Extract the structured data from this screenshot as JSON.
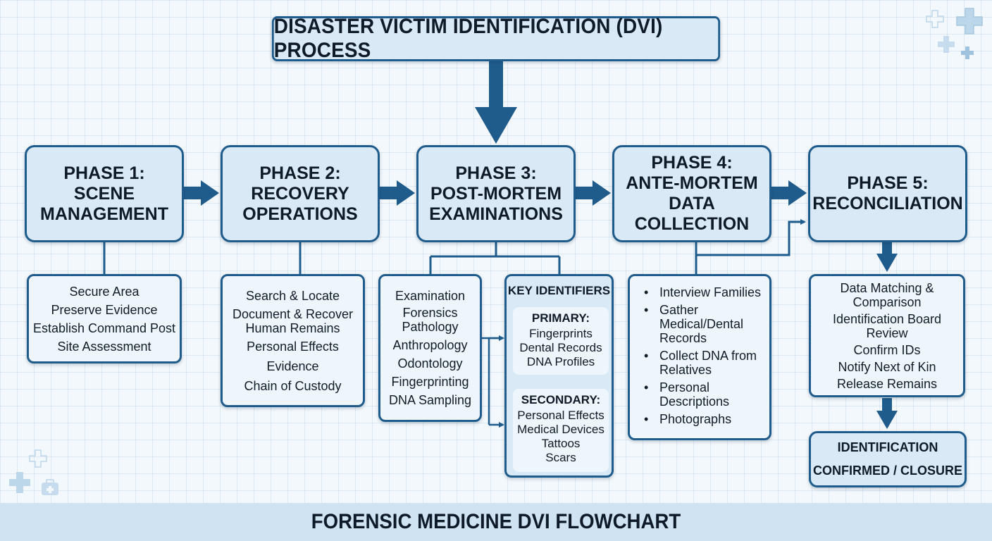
{
  "title": "DISASTER VICTIM IDENTIFICATION (DVI) PROCESS",
  "phases": [
    {
      "lines": [
        "PHASE 1:",
        "SCENE",
        "MANAGEMENT"
      ]
    },
    {
      "lines": [
        "PHASE 2:",
        "RECOVERY",
        "OPERATIONS"
      ]
    },
    {
      "lines": [
        "PHASE 3:",
        "POST-MORTEM",
        "EXAMINATIONS"
      ]
    },
    {
      "lines": [
        "PHASE 4:",
        "ANTE-MORTEM",
        "DATA COLLECTION"
      ]
    },
    {
      "lines": [
        "PHASE 5:",
        "RECONCILIATION"
      ]
    }
  ],
  "phase1_tasks": [
    "Secure Area",
    "Preserve Evidence",
    "Establish Command Post",
    "Site Assessment"
  ],
  "phase2_tasks": [
    "Search & Locate",
    "Document & Recover",
    "Human Remains",
    "Personal Effects",
    "Evidence",
    "Chain of Custody"
  ],
  "phase3_tasks": [
    "Examination",
    "Forensics",
    "Pathology",
    "Anthropology",
    "Odontology",
    "Fingerprinting",
    "DNA Sampling"
  ],
  "key_identifiers": {
    "heading": "KEY IDENTIFIERS",
    "primary_label": "PRIMARY:",
    "primary": [
      "Fingerprints",
      "Dental Records",
      "DNA Profiles"
    ],
    "secondary_label": "SECONDARY:",
    "secondary": [
      "Personal Effects",
      "Medical Devices",
      "Tattoos",
      "Scars"
    ]
  },
  "phase4_tasks": [
    [
      "Interview Families"
    ],
    [
      "Gather",
      "Medical/Dental",
      "Records"
    ],
    [
      "Collect DNA from",
      "Relatives"
    ],
    [
      "Personal",
      "Descriptions"
    ],
    [
      "Photographs"
    ]
  ],
  "phase5_tasks": [
    "Data Matching &",
    "Comparison",
    "Identification Board",
    "Review",
    "Confirm IDs",
    "Notify Next of Kin",
    "Release Remains"
  ],
  "final": {
    "line1": "IDENTIFICATION",
    "line2": "CONFIRMED / CLOSURE"
  },
  "footer": "FORENSIC MEDICINE DVI FLOWCHART",
  "colors": {
    "primary": "#1f5c8c",
    "box_fill": "#d9e9f6",
    "detail_fill": "#eef5fb",
    "footer_fill": "#cfe3f2"
  }
}
